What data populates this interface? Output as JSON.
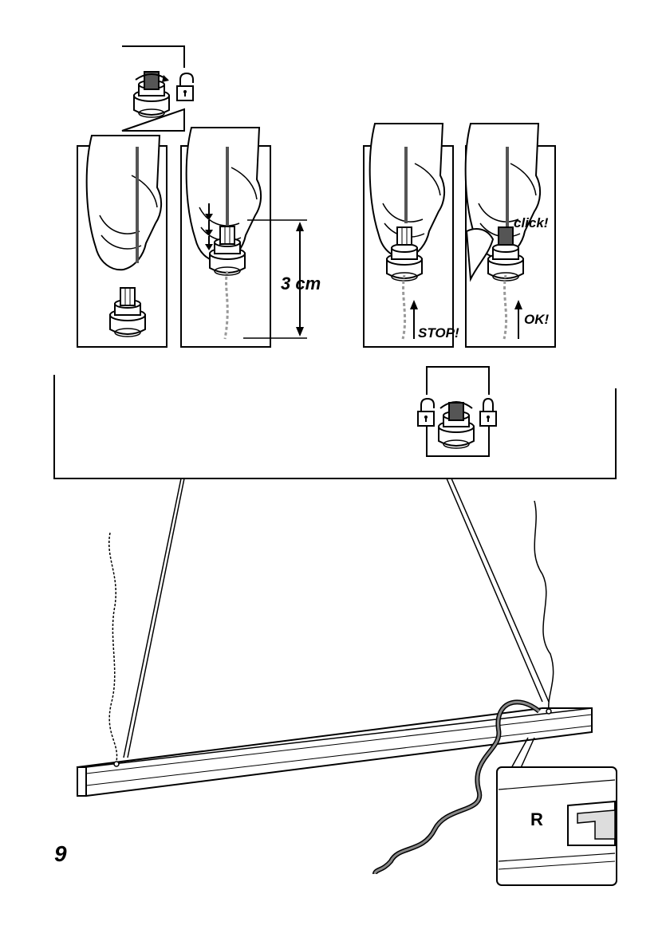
{
  "step_number": "9",
  "measurement": "3 cm",
  "stop_label": "STOP!",
  "ok_label": "OK!",
  "click_label": "click!",
  "side_marker": "R",
  "icons": [
    "lock-open-icon",
    "lock-closed-icon",
    "rotate-arrow-icon",
    "down-arrow-icon",
    "up-arrow-icon"
  ]
}
